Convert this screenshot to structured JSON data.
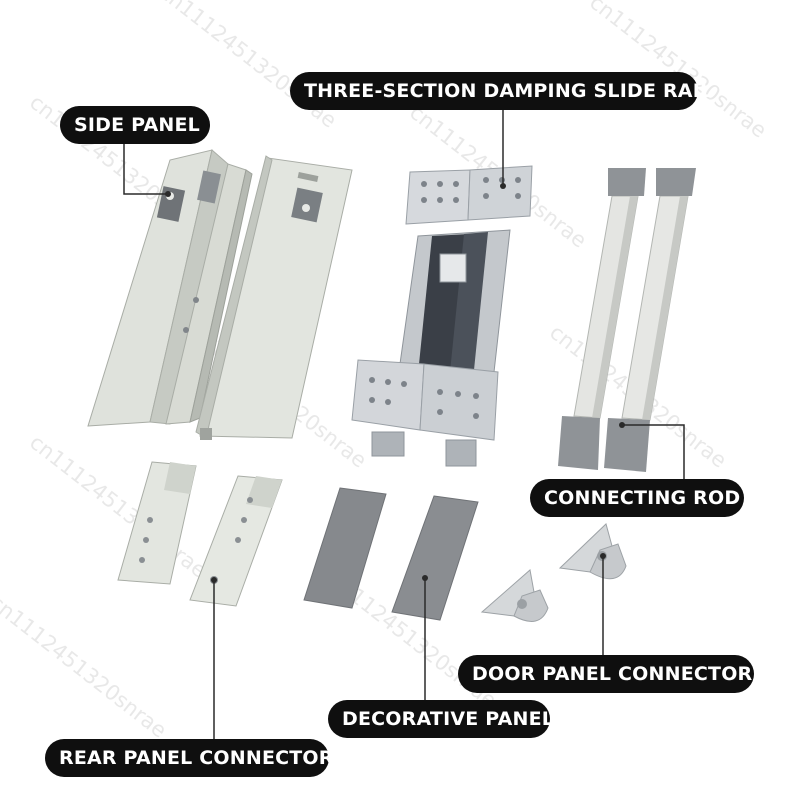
{
  "labels": {
    "side_panel": "SIDE PANEL",
    "three_section_rail": "THREE-SECTION DAMPING SLIDE RAIL",
    "connecting_rod": "CONNECTING ROD",
    "door_panel_connector": "DOOR PANEL CONNECTOR",
    "decorative_panel": "DECORATIVE PANEL",
    "rear_panel_connector": "REAR PANEL CONNECTOR"
  },
  "watermark": "cn1112451320snrae",
  "colors": {
    "label_bg": "#0f0f0f",
    "label_text": "#ffffff",
    "leader_line": "#2a2a2a",
    "panel_light": "#e7e9e4",
    "panel_mid": "#d2d5cf",
    "panel_dark": "#b9bdb6",
    "rail_metal": "#c9ccd0",
    "rail_dark": "#3a3f47",
    "rod_light": "#e4e5e2",
    "rod_grey": "#8f9397",
    "deco_grey": "#86898d"
  }
}
